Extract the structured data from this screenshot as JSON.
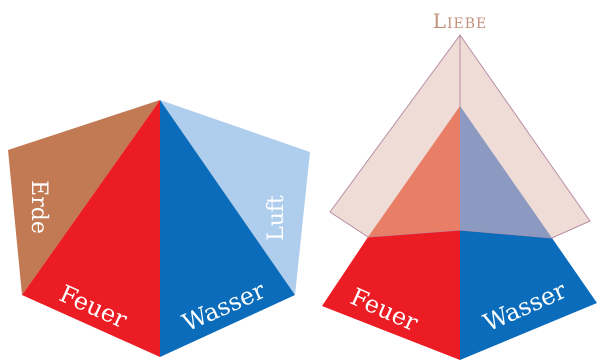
{
  "left_figure": {
    "labels": {
      "erde": "Erde",
      "feuer": "Feuer",
      "wasser": "Wasser",
      "luft": "Luft"
    },
    "colors": {
      "erde": "#c17a53",
      "feuer": "#eb1c24",
      "wasser": "#0a6cba",
      "luft": "#afcdec"
    }
  },
  "right_figure": {
    "title": "Liebe",
    "labels": {
      "feuer": "Feuer",
      "wasser": "Wasser"
    },
    "colors": {
      "title": "#c2907c",
      "overlay": "#eed8d3",
      "overlay_outline": "#b78ea3",
      "inner_left": "#e87e66",
      "inner_right": "#8c9ac2",
      "feuer": "#eb1c24",
      "wasser": "#0a6cba"
    }
  }
}
